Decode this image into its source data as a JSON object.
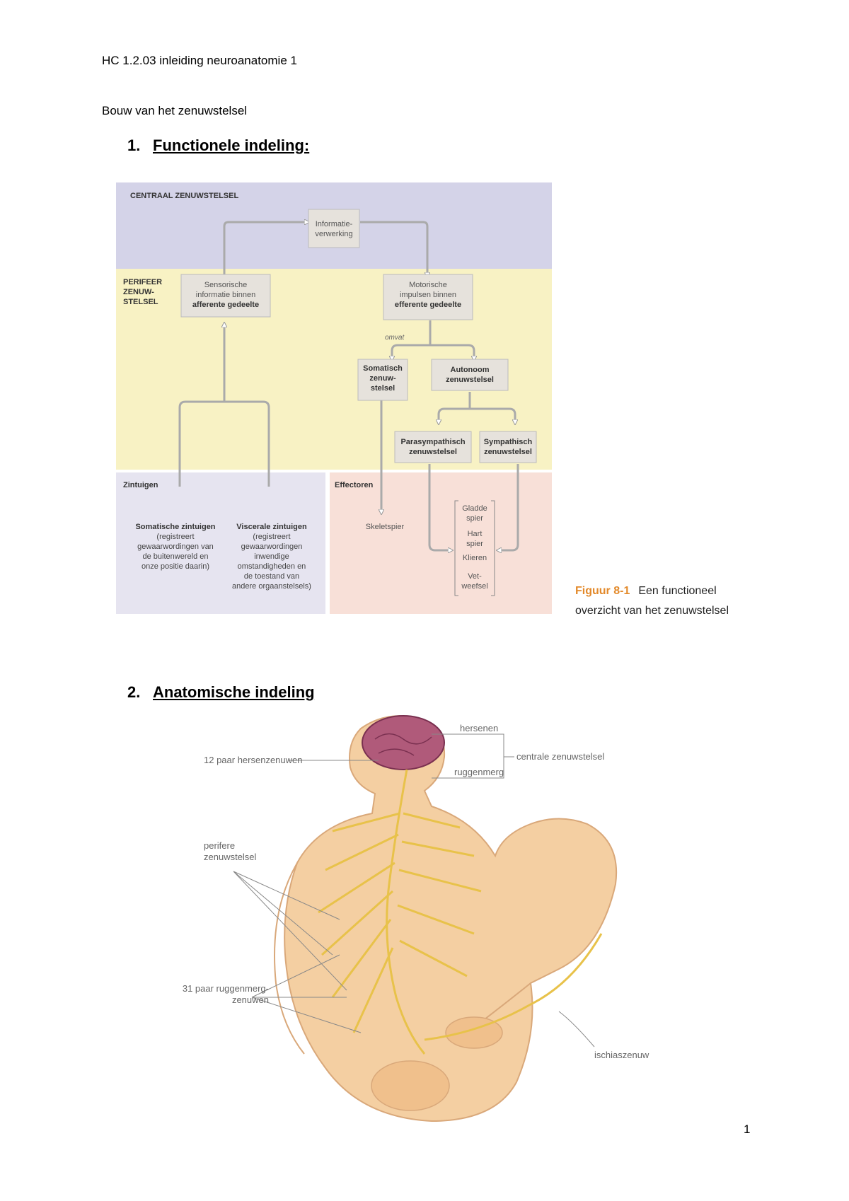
{
  "header": {
    "title": "HC 1.2.03 inleiding neuroanatomie 1",
    "subtitle": "Bouw van het zenuwstelsel",
    "page_number": "1"
  },
  "section1": {
    "number": "1.",
    "title": "Functionele indeling: "
  },
  "section2": {
    "number": "2.",
    "title": "Anatomische indeling "
  },
  "figure1": {
    "region_czs": "CENTRAAL ZENUWSTELSEL",
    "region_pzs": [
      "PERIFEER",
      "ZENUW-",
      "STELSEL"
    ],
    "region_zintuigen": "Zintuigen",
    "region_effectoren": "Effectoren",
    "box_info": [
      "Informatie-",
      "verwerking"
    ],
    "box_sensor": [
      "Sensorische",
      "informatie binnen",
      "afferente gedeelte"
    ],
    "box_motor": [
      "Motorische",
      "impulsen binnen",
      "efferente gedeelte"
    ],
    "omvat": "omvat",
    "box_somatisch": [
      "Somatisch",
      "zenuw-",
      "stelsel"
    ],
    "box_autonoom": [
      "Autonoom",
      "zenuwstelsel"
    ],
    "box_para": [
      "Parasympathisch",
      "zenuwstelsel"
    ],
    "box_sym": [
      "Sympathisch",
      "zenuwstelsel"
    ],
    "somatische": [
      "Somatische zintuigen",
      "(registreert",
      "gewaarwordingen van",
      "de buitenwereld en",
      "onze positie daarin)"
    ],
    "viscerale": [
      "Viscerale zintuigen",
      "(registreert",
      "gewaarwordingen",
      "inwendige",
      "omstandigheden en",
      "de toestand van",
      "andere orgaanstelsels)"
    ],
    "skeletspier": "Skeletspier",
    "effectors": [
      "Gladde",
      "spier",
      "Hart",
      "spier",
      "Klieren",
      "Vet-",
      "weefsel"
    ],
    "caption_label": "Figuur 8-1",
    "caption_text": [
      "Een functioneel",
      "overzicht van het zenuwstelsel"
    ]
  },
  "figure2": {
    "hersenen": "hersenen",
    "centrale": "centrale zenuwstelsel",
    "ruggenmerg": "ruggenmerg",
    "hersenzenuwen": "12 paar hersenzenuwen",
    "perifere": [
      "perifere",
      "zenuwstelsel"
    ],
    "ruggenmergzenuwen": [
      "31 paar ruggenmerg-",
      "zenuwen"
    ],
    "ischias": "ischiaszenuw"
  },
  "colors": {
    "czs_bg": "#d4d3e8",
    "pzs_bg": "#f8f2c4",
    "zintuig_bg": "#e6e4f0",
    "effector_bg": "#f8e0d8",
    "box_fill": "#e6e2dc",
    "caption_label": "#e38a2b",
    "nerve": "#e8c24a"
  }
}
